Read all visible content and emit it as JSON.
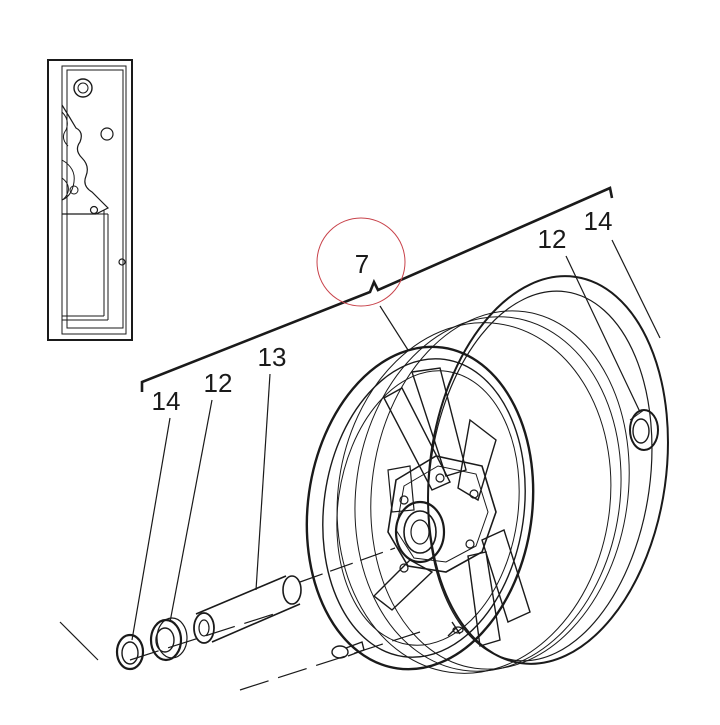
{
  "labels": {
    "wheel_assembly": "7",
    "bearing_right": "12",
    "seal_right": "14",
    "bearing_left": "12",
    "seal_left": "14",
    "spacer": "13"
  },
  "colors": {
    "line": "#1a1a1a",
    "highlight_circle": "#c8434b",
    "background": "#ffffff"
  }
}
